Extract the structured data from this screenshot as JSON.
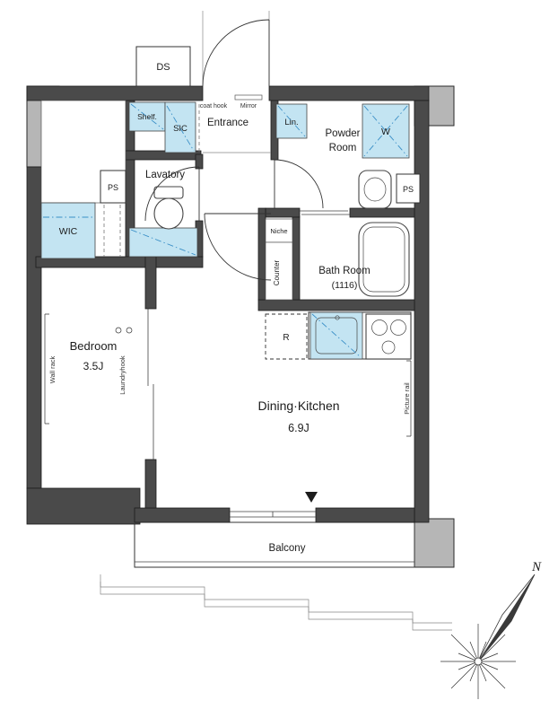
{
  "labels": {
    "ds": "DS",
    "shelf": "Shelf.",
    "sic": "SIC",
    "coat_hook": "coat hook",
    "mirror": "Mirror",
    "entrance": "Entrance",
    "lin": "Lin.",
    "powder_line1": "Powder",
    "powder_line2": "Room",
    "w": "W",
    "ps_left": "PS",
    "ps_right": "PS",
    "lavatory": "Lavatory",
    "wic": "WIC",
    "niche": "Niche",
    "counter": "Counter",
    "bath_line1": "Bath Room",
    "bath_line2": "(1116)",
    "bedroom_line1": "Bedroom",
    "bedroom_line2": "3.5J",
    "wall_rack": "Wall rack",
    "laundry_hook": "Laundryhook",
    "dk_line1": "Dining·Kitchen",
    "dk_line2": "6.9J",
    "r": "R",
    "picture_rail": "Picture rail",
    "balcony": "Balcony",
    "north": "N"
  },
  "colors": {
    "wall": "#4a4a4a",
    "structure": "#b6b6b6",
    "fixture_fill": "#c3e4f2",
    "fixture_line": "#3a8fc7",
    "line": "#1c1c1c"
  }
}
